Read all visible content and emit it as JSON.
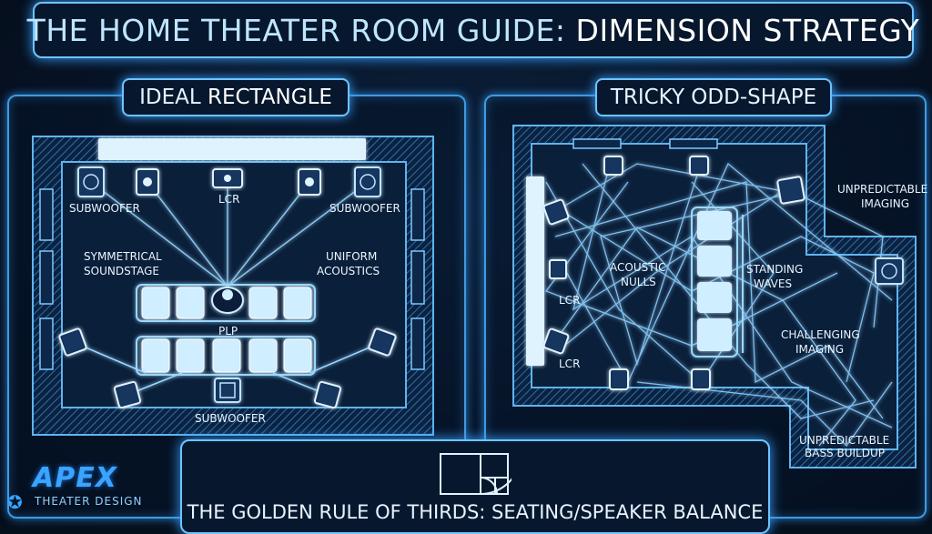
{
  "title": {
    "light": "THE HOME THEATER ROOM GUIDE:",
    "bold": "DIMENSION STRATEGY"
  },
  "left_panel": {
    "label_a": "IDEAL",
    "label_b": "RECTANGLE",
    "subwoofer_left": "SUBWOOFER",
    "subwoofer_right": "SUBWOOFER",
    "subwoofer_bottom": "SUBWOOFER",
    "lcr": "LCR",
    "symmetrical_1": "SYMMETRICAL",
    "symmetrical_2": "SOUNDSTAGE",
    "uniform_1": "UNIFORM",
    "uniform_2": "ACOUSTICS",
    "plp": "PLP"
  },
  "right_panel": {
    "label": "TRICKY ODD-SHAPE",
    "lcr_top": "LCR",
    "lcr_bottom": "LCR",
    "acoustic_1": "ACOUSTIC",
    "acoustic_2": "NULLS",
    "standing_1": "STANDING",
    "standing_2": "WAVES",
    "unpred_img_1": "UNPREDICTABLE",
    "unpred_img_2": "IMAGING",
    "challenging_1": "CHALLENGING",
    "challenging_2": "IMAGING",
    "bass_1": "UNPREDICTABLE",
    "bass_2": "BASS BUILDUP"
  },
  "bottom": {
    "text": "THE GOLDEN RULE OF THIRDS: SEATING/SPEAKER BALANCE"
  },
  "logo": {
    "name": "APEX",
    "tagline": "THEATER DESIGN"
  },
  "colors": {
    "accent": "#3f9be0",
    "glow": "#8fd6ff",
    "background": "#071428"
  }
}
